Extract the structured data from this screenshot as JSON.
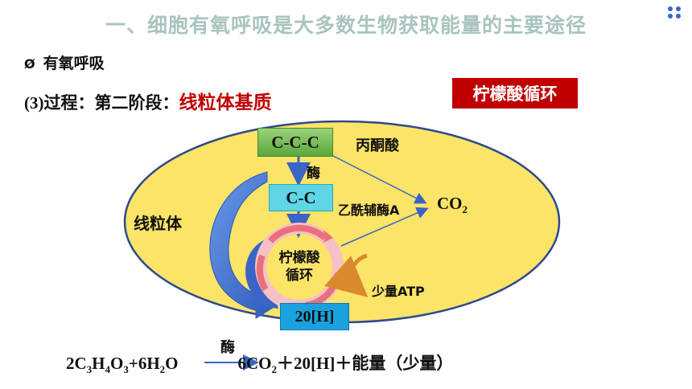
{
  "title": "一、细胞有氧呼吸是大多数生物获取能量的主要途径",
  "bullet": {
    "marker": "Ø",
    "text": "有氧呼吸"
  },
  "step": {
    "number": "(3)",
    "label": "过程：第二阶段：",
    "location": "线粒体基质"
  },
  "badge": "柠檬酸循环",
  "diagram": {
    "organelle_label": "线粒体",
    "pyruvate_box": "C-C-C",
    "pyruvate_name": "丙酮酸",
    "enzyme": "酶",
    "acetyl_box": "C-C",
    "acetyl_name": "乙酰辅酶A",
    "co2": "CO",
    "co2_sub": "2",
    "cycle_line1": "柠檬酸",
    "cycle_line2": "循环",
    "atp": "少量ATP",
    "h_box": "20[H]"
  },
  "equation": {
    "enzyme": "酶",
    "left": [
      {
        "t": "2C"
      },
      {
        "s": "3"
      },
      {
        "t": "H"
      },
      {
        "s": "4"
      },
      {
        "t": "O"
      },
      {
        "s": "3"
      },
      {
        "t": "+6H"
      },
      {
        "s": "2"
      },
      {
        "t": "O"
      }
    ],
    "right": [
      {
        "t": "6CO"
      },
      {
        "s": "2"
      },
      {
        "t": "＋20[H]＋能量（少量）"
      }
    ]
  },
  "colors": {
    "title": "#a8c4be",
    "accent_red": "#c00000",
    "ellipse_fill": "#fbe468",
    "ellipse_stroke": "#2e4a8a",
    "arrow_blue": "#3a64c8",
    "cycle_red": "#e8707a",
    "atp_orange": "#d98a2e"
  }
}
